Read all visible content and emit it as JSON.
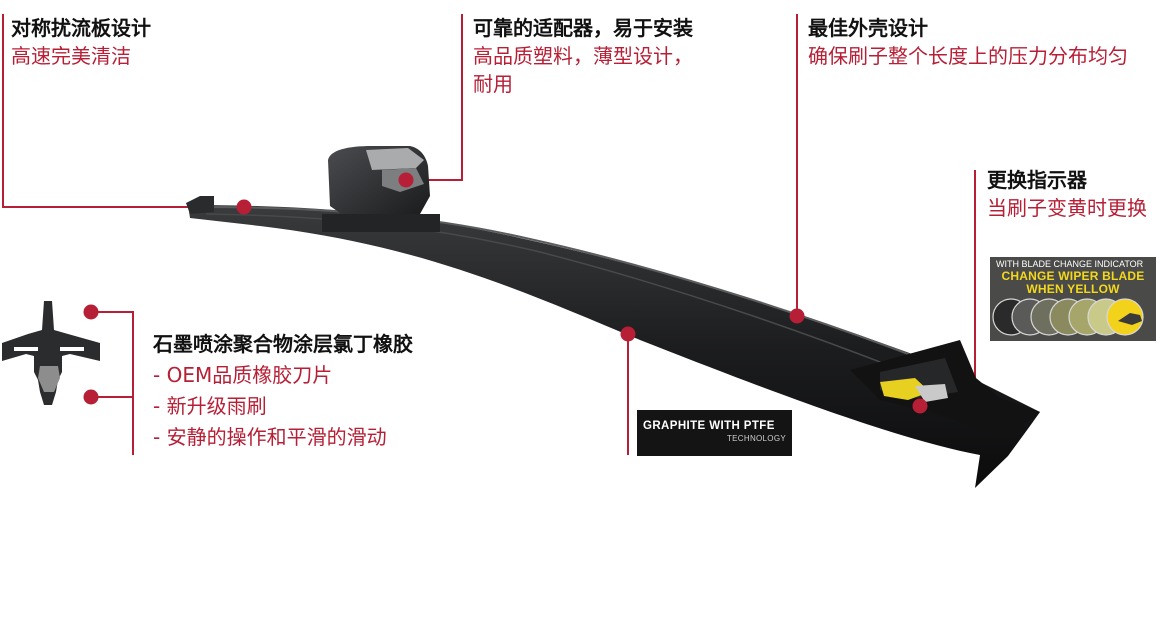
{
  "callouts": {
    "spoiler": {
      "title": "对称扰流板设计",
      "subtitle": "高速完美清洁"
    },
    "adapter": {
      "title": "可靠的适配器，易于安装",
      "subtitle_lines": [
        "高品质塑料，薄型设计，",
        "耐用"
      ]
    },
    "design": {
      "title": "最佳外壳设计",
      "subtitle": "确保刷子整个长度上的压力分布均匀"
    },
    "indicator": {
      "title": "更换指示器",
      "subtitle": "当刷子变黄时更换"
    },
    "rubber": {
      "title": "石墨喷涂聚合物涂层氯丁橡胶",
      "bullets": [
        "- OEM品质橡胶刀片",
        "- 新升级雨刷",
        "- 安静的操作和平滑的滑动"
      ]
    }
  },
  "graphite_badge": {
    "line1": "GRAPHITE WITH PTFE",
    "line2": "TECHNOLOGY"
  },
  "indicator_card": {
    "line1": "WITH BLADE CHANGE INDICATOR",
    "line2": "CHANGE WIPER BLADE",
    "line3": "WHEN YELLOW",
    "swatch_colors": [
      "#2a2a2a",
      "#5a5a58",
      "#6f6f60",
      "#8a8a5e",
      "#a6a66a",
      "#c9c98a",
      "#f2d21a"
    ]
  },
  "colors": {
    "accent": "#b61f35",
    "text": "#111111"
  }
}
